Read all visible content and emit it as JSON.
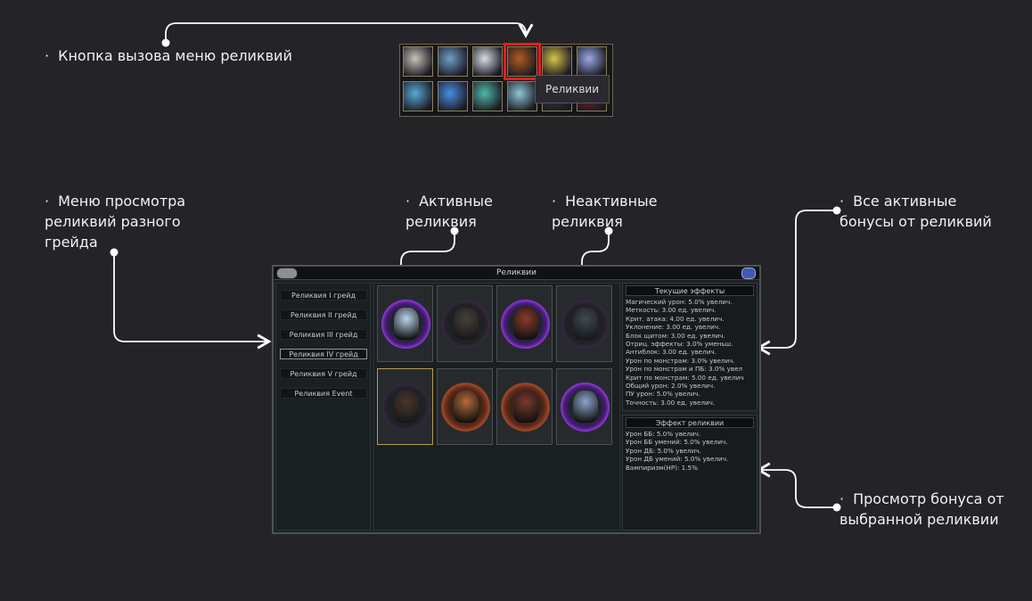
{
  "annotations": {
    "relic_button": "Кнопка вызова меню реликвий",
    "grade_menu": [
      "Меню просмотра",
      "реликвий разного",
      "грейда"
    ],
    "active_relics": [
      "Активные",
      "реликвия"
    ],
    "inactive_relics": [
      "Неактивные",
      "реликвия"
    ],
    "all_bonuses": [
      "Все активные",
      "бонусы от реликвий"
    ],
    "selected_bonus": [
      "Просмотр бонуса от",
      "выбранной реликвии"
    ],
    "bullet": "·"
  },
  "skillbar": {
    "tooltip": "Реликвии",
    "highlight_color": "#e31e1e",
    "icons": [
      "scroll-icon",
      "rune-icon",
      "arrows-icon",
      "relic-book-icon",
      "ticket-icon",
      "lightning-icon",
      "brain-icon",
      "star-burst-icon",
      "wreath-icon",
      "portal-icon",
      "shadow-icon",
      "ruby-icon"
    ]
  },
  "window": {
    "title": "Реликвии",
    "grades": [
      {
        "label": "Реликвия I грейд",
        "selected": false
      },
      {
        "label": "Реликвия II грейд",
        "selected": false
      },
      {
        "label": "Реликвия III грейд",
        "selected": false
      },
      {
        "label": "Реликвия IV грейд",
        "selected": true
      },
      {
        "label": "Реликвия V грейд",
        "selected": false
      },
      {
        "label": "Реликвия Event",
        "selected": false
      }
    ],
    "relics": [
      {
        "state": "active",
        "figure": "ice-spirit",
        "selected": false
      },
      {
        "state": "inactive",
        "figure": "beast",
        "selected": false
      },
      {
        "state": "active",
        "figure": "hooded-mage",
        "selected": false
      },
      {
        "state": "inactive",
        "figure": "demon-girl",
        "selected": false
      },
      {
        "state": "inactive",
        "figure": "warrior",
        "selected": true
      },
      {
        "state": "fire",
        "figure": "gunner",
        "selected": false
      },
      {
        "state": "fire",
        "figure": "skull-lord",
        "selected": false
      },
      {
        "state": "active",
        "figure": "armored-knight",
        "selected": false
      }
    ],
    "current_effects": {
      "header": "Текущие эффекты",
      "lines": [
        "Магический урон: 5.0% увелич.",
        "Меткость: 3.00 ед. увелич.",
        "Крит. атака: 4.00 ед. увелич.",
        "Уклонение: 3.00 ед. увелич.",
        "Блок щитом: 3.00 ед. увелич.",
        "Отриц. эффекты: 3.0% уменьш.",
        "Антиблок: 3.00 ед. увелич.",
        "Урон по монстрам: 3.0% увелич.",
        "Урон по монстрам и ПБ: 3.0% увел",
        "Крит по монстрам: 5.00 ед. увелич",
        "Общий урон: 2.0% увелич.",
        "ПУ урон: 5.0% увелич.",
        "Точность: 3.00 ед. увелич."
      ]
    },
    "relic_effect": {
      "header": "Эффект реликвии",
      "lines": [
        "Урон ББ: 5.0% увелич.",
        "Урон ББ умений: 5.0% увелич.",
        "Урон ДБ: 5.0% увелич.",
        "Урон ДБ умений: 5.0% увелич.",
        "Вампиризм(HP): 1.5%"
      ]
    }
  }
}
